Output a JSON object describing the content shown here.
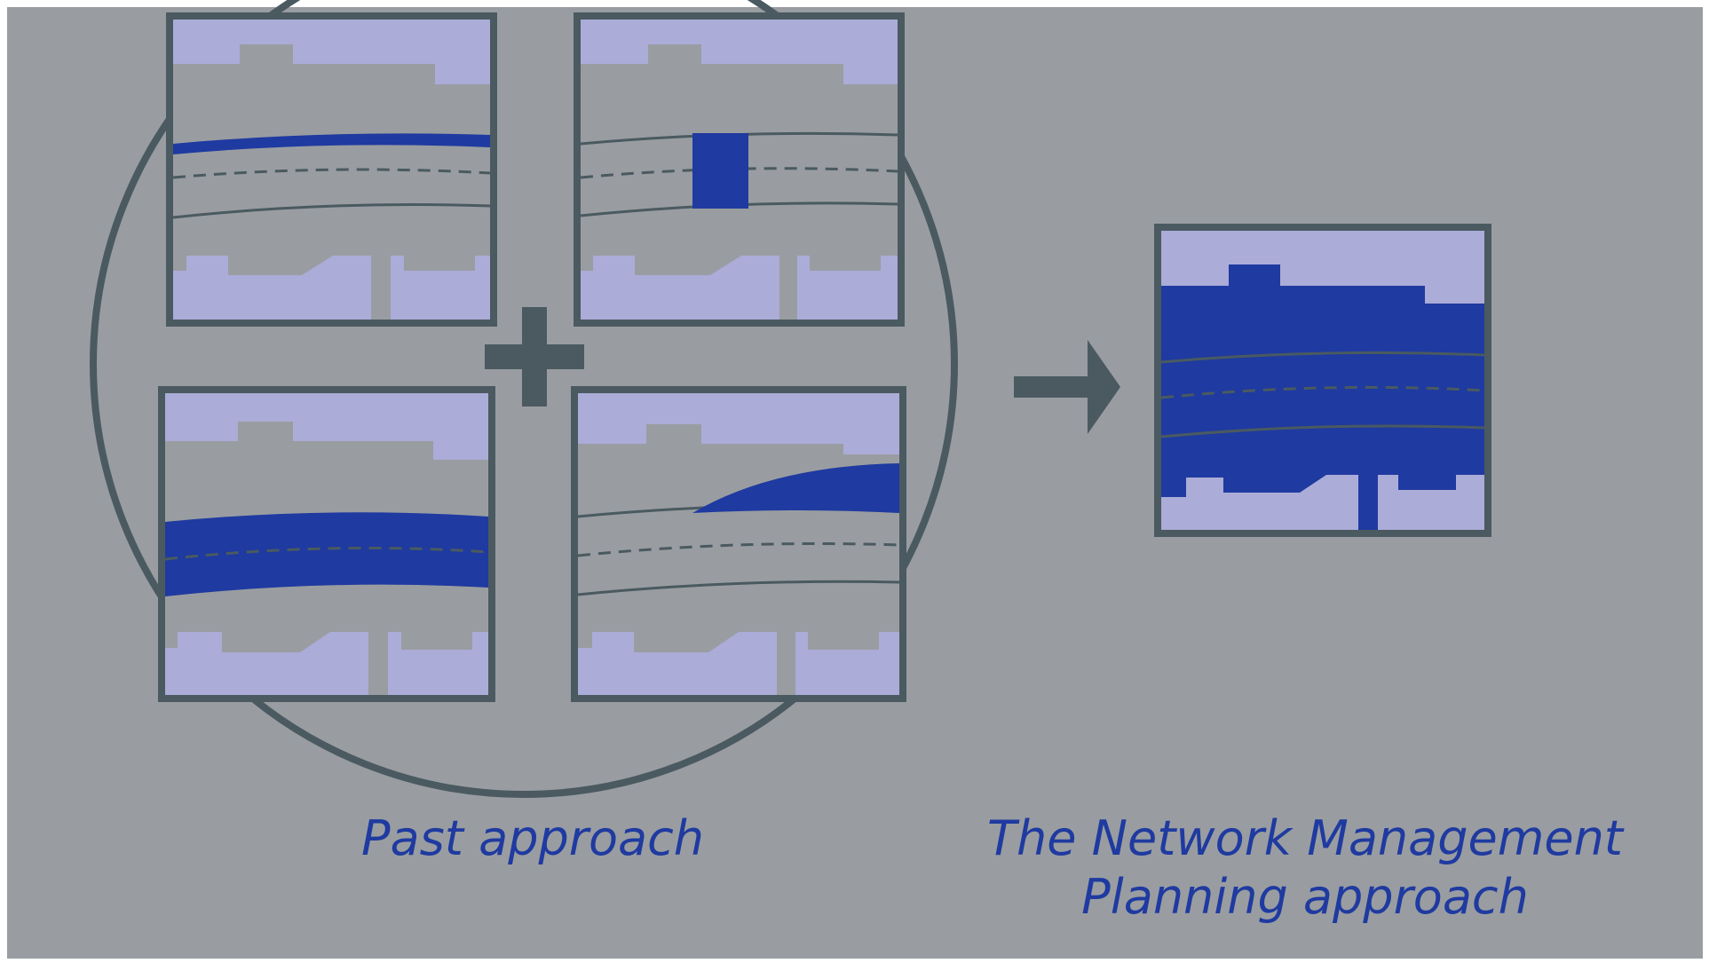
{
  "captions": {
    "past": "Past approach",
    "nmp_line1": "The Network Management",
    "nmp_line2": "Planning approach"
  },
  "icons": {
    "plus": "plus-icon",
    "arrow": "arrow-right-icon"
  },
  "colors": {
    "background": "#999da1",
    "frame": "#4a5a60",
    "block": "#abacd8",
    "road_work": "#1f3aa0",
    "caption": "#1f3aa0"
  }
}
